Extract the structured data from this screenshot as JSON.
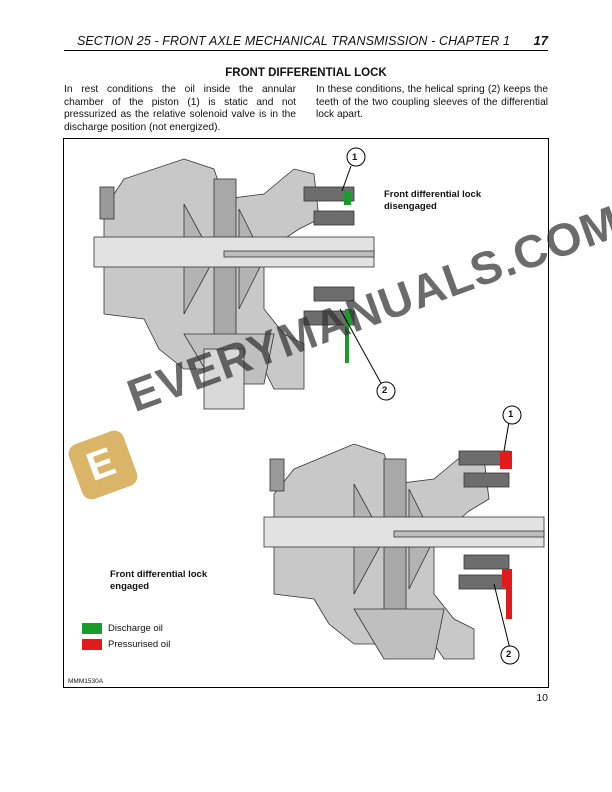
{
  "header": {
    "section_title": "SECTION 25 - FRONT AXLE MECHANICAL TRANSMISSION - CHAPTER 1",
    "page_number": "17"
  },
  "title": "FRONT DIFFERENTIAL LOCK",
  "paragraphs": {
    "left": "In rest conditions the oil inside the annular chamber of the piston (1) is static and not pressurized as the relative solenoid valve is in the discharge position (not energized).",
    "right": "In these conditions, the helical spring (2) keeps the teeth of the two coupling sleeves of the differential lock apart."
  },
  "figure": {
    "label_disengaged": "Front differential lock disengaged",
    "label_engaged": "Front differential lock engaged",
    "callouts": [
      "1",
      "2",
      "1",
      "2"
    ],
    "legend": [
      {
        "label": "Discharge oil",
        "color": "#1a9c2a"
      },
      {
        "label": "Pressurised oil",
        "color": "#e11b1b"
      }
    ],
    "code": "MMM1530A"
  },
  "watermark": {
    "text": "EVERYMANUALS.COM",
    "logo_letter": "E"
  },
  "footer": {
    "page_number": "10"
  }
}
